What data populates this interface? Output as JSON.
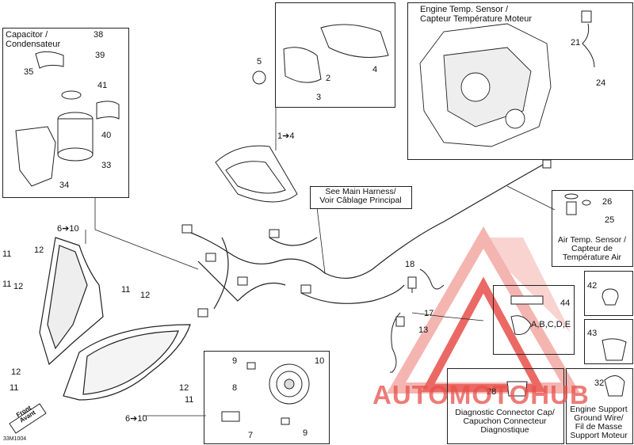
{
  "capacitor": {
    "title": "Capacitor /\nCondensateur",
    "refs": [
      "38",
      "39",
      "35",
      "41",
      "40",
      "33",
      "34"
    ]
  },
  "engine_temp": {
    "title": "Engine Temp. Sensor /\nCapteur Température Moteur",
    "refs": [
      "21",
      "24"
    ]
  },
  "cluster": {
    "refs": [
      "5",
      "2",
      "3",
      "4"
    ],
    "callout": "1➔4"
  },
  "harness_note": "See Main Harness/\nVoir Câblage Principal",
  "air_temp": {
    "title": "Air Temp. Sensor /\nCapteur de\nTempérature Air",
    "refs": [
      "26",
      "25"
    ]
  },
  "headlight": {
    "refs": [
      "6➔10",
      "11",
      "12",
      "11",
      "12",
      "11",
      "12",
      "12",
      "11",
      "6➔10"
    ]
  },
  "bulb_box": {
    "refs": [
      "9",
      "10",
      "8",
      "7",
      "9"
    ]
  },
  "connector_box": {
    "refs": [
      "44",
      "A,B,C,D,E"
    ]
  },
  "right_small": {
    "refs": [
      "42",
      "43"
    ]
  },
  "diag_cap": {
    "title": "Diagnostic Connector Cap/\nCapuchon Connecteur\nDiagnostique",
    "ref": "28"
  },
  "ground_wire": {
    "title": "Engine Support\nGround Wire/\nFil de Masse\nSupport Moteur",
    "ref": "32"
  },
  "misc_refs": {
    "r18": "18",
    "r17": "17",
    "r13": "13"
  },
  "front_label": "Front\nAvant",
  "drawing_code": "33M1004",
  "watermark": "AUTOMOTOHUB",
  "colors": {
    "watermark": "#e8504a",
    "watermark_light": "#f3a9a4",
    "line": "#222222"
  }
}
